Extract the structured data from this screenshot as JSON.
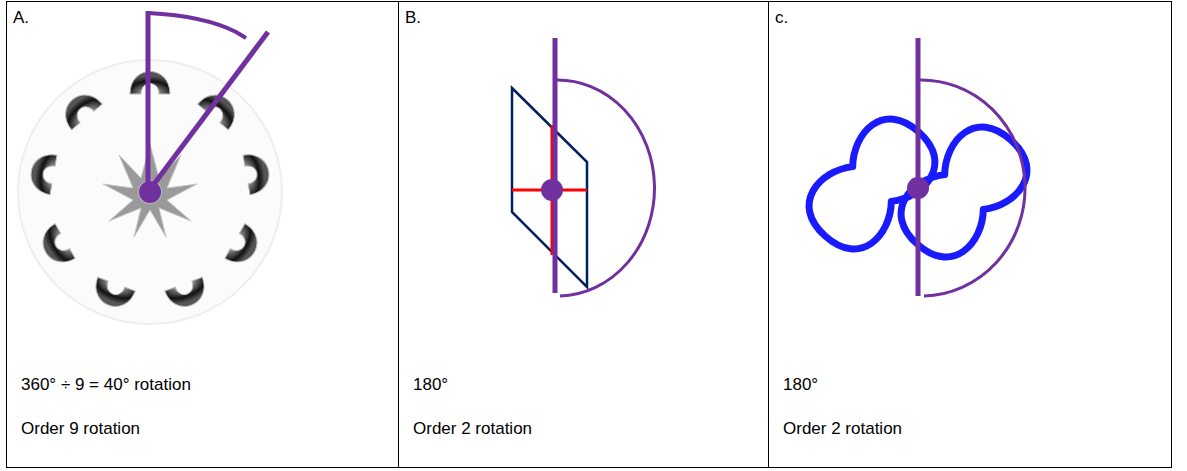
{
  "diagram": {
    "nodes": [
      {
        "text": [
          "A.",
          "360° ÷ 9 = 40° rotation",
          "Order 9 rotation"
        ]
      },
      {
        "text": [
          "B.",
          "180°",
          "Order 2 rotation"
        ]
      },
      {
        "text": [
          "c.",
          "180°",
          "Order 2 rotation"
        ]
      }
    ]
  }
}
